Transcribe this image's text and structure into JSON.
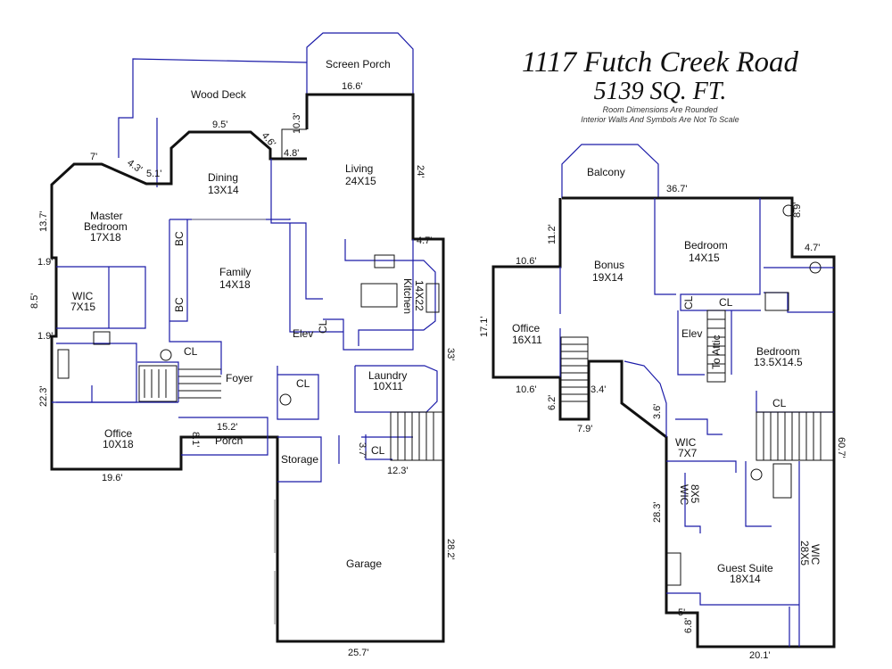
{
  "title": {
    "address": "1117 Futch Creek Road",
    "sqft": "5139 SQ. FT.",
    "note_line1": "Room Dimensions Are Rounded",
    "note_line2": "Interior Walls And Symbols Are Not To Scale"
  },
  "first_floor": {
    "rooms": {
      "screen_porch": "Screen Porch",
      "wood_deck": "Wood Deck",
      "living": "Living",
      "living_size": "24X15",
      "dining": "Dining",
      "dining_size": "13X14",
      "master_bedroom_1": "Master",
      "master_bedroom_2": "Bedroom",
      "master_bedroom_size": "17X18",
      "wic": "WIC",
      "wic_size": "7X15",
      "family": "Family",
      "family_size": "14X18",
      "bc_1": "BC",
      "bc_2": "BC",
      "kitchen": "Kitchen",
      "kitchen_size": "14X22",
      "elev": "Elev",
      "cl_1": "CL",
      "cl_2": "CL",
      "cl_3": "CL",
      "cl_4": "CL",
      "foyer": "Foyer",
      "laundry": "Laundry",
      "laundry_size": "10X11",
      "office": "Office",
      "office_size": "10X18",
      "porch": "Porch",
      "storage": "Storage",
      "garage": "Garage"
    },
    "dimensions": {
      "screen_porch_w": "16.6'",
      "dining_top": "9.5'",
      "d_4_6": "4.6'",
      "d_10_3": "10.3'",
      "d_4_8": "4.8'",
      "d_24": "24'",
      "d_7": "7'",
      "d_4_3": "4.3'",
      "d_5_1": "5.1'",
      "d_13_7": "13.7'",
      "d_4_7": "4.7'",
      "d_1_9a": "1.9'",
      "d_8_5": "8.5'",
      "d_1_9b": "1.9'",
      "d_33": "33'",
      "d_22_3": "22.3'",
      "d_15_2": "15.2'",
      "d_8_1": "8.1'",
      "d_3_7": "3.7'",
      "d_12_3": "12.3'",
      "d_19_6": "19.6'",
      "d_28_2": "28.2'",
      "d_25_7": "25.7'"
    }
  },
  "second_floor": {
    "rooms": {
      "balcony": "Balcony",
      "bonus": "Bonus",
      "bonus_size": "19X14",
      "bedroom_a": "Bedroom",
      "bedroom_a_size": "14X15",
      "office": "Office",
      "office_size": "16X11",
      "cl_1": "CL",
      "cl_2": "CL",
      "cl_3": "CL",
      "elev": "Elev",
      "to_attic": "To Attic",
      "bedroom_b": "Bedroom",
      "bedroom_b_size": "13.5X14.5",
      "wic_a": "WIC",
      "wic_a_size": "7X7",
      "wic_b": "WIC",
      "wic_b_size": "8X5",
      "wic_c": "WIC",
      "wic_c_size": "28X5",
      "guest_suite": "Guest Suite",
      "guest_suite_size": "18X14"
    },
    "dimensions": {
      "d_36_7": "36.7'",
      "d_11_2": "11.2'",
      "d_8_9": "8.9'",
      "d_4_7": "4.7'",
      "d_10_6a": "10.6'",
      "d_17_1": "17.1'",
      "d_10_6b": "10.6'",
      "d_3_4": "3.4'",
      "d_6_2": "6.2'",
      "d_3_6": "3.6'",
      "d_7_9": "7.9'",
      "d_60_7": "60.7'",
      "d_28_3": "28.3'",
      "d_5": "5'",
      "d_6_8": "6.8'",
      "d_20_1": "20.1'"
    }
  }
}
